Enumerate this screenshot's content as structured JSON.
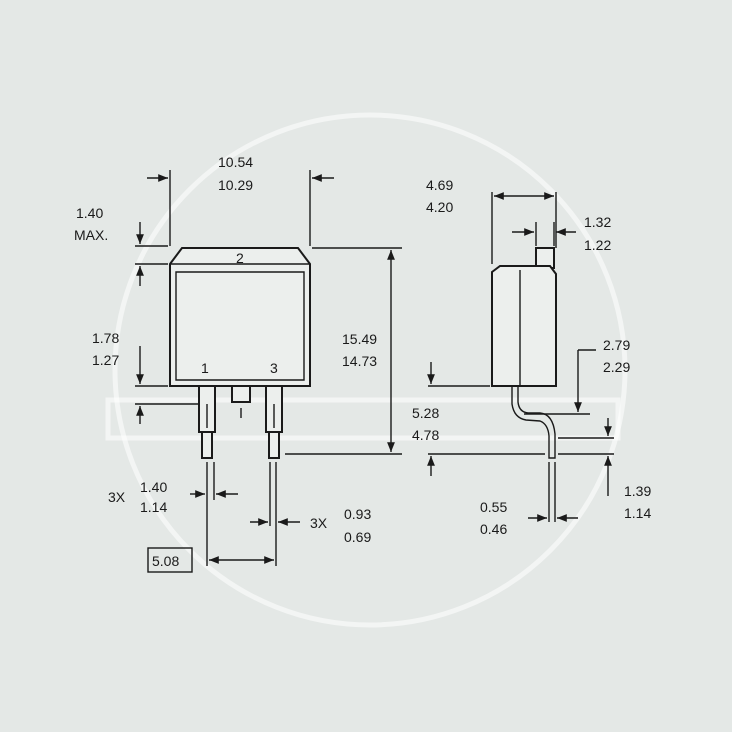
{
  "front_view": {
    "width_max": "10.54",
    "width_min": "10.29",
    "tab_max": "1.40",
    "tab_label": "MAX.",
    "standoff_max": "1.78",
    "standoff_min": "1.27",
    "height_max": "15.49",
    "height_min": "14.73",
    "lead_width_qty": "3X",
    "lead_width_max": "1.40",
    "lead_width_min": "1.14",
    "lead_thick_qty": "3X",
    "lead_thick_max": "0.93",
    "lead_thick_min": "0.69",
    "pitch": "5.08",
    "pin1": "1",
    "pin2": "2",
    "pin3": "3"
  },
  "side_view": {
    "depth_max": "4.69",
    "depth_min": "4.20",
    "tab_thick_max": "1.32",
    "tab_thick_min": "1.22",
    "offset_max": "2.79",
    "offset_min": "2.29",
    "lead_len_max": "5.28",
    "lead_len_min": "4.78",
    "foot_max": "1.39",
    "foot_min": "1.14",
    "lead_t_max": "0.55",
    "lead_t_min": "0.46"
  }
}
